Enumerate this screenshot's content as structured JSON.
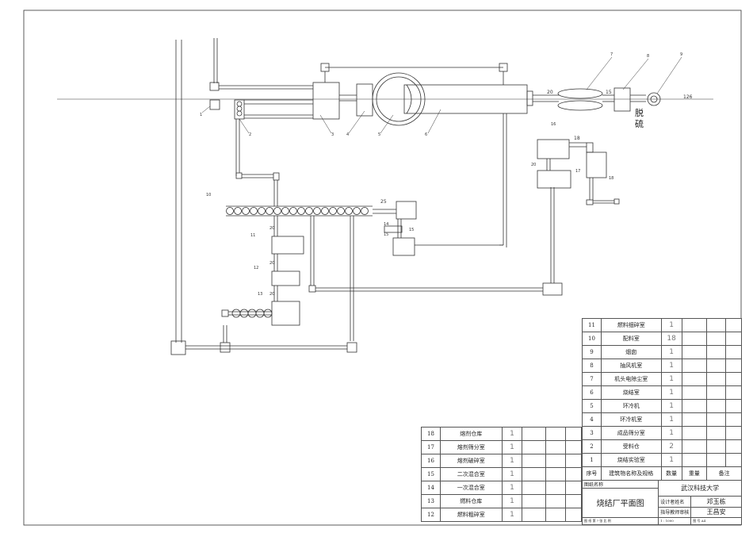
{
  "labels": {
    "n1": "1",
    "n2": "2",
    "n3": "3",
    "n4": "4",
    "n5": "5",
    "n6": "6",
    "n7": "7",
    "n8": "8",
    "n9": "9",
    "n10": "10",
    "n11": "11",
    "n12": "12",
    "n13": "13",
    "n14": "14",
    "n15": "15",
    "n16": "16",
    "n17": "17",
    "n18": "18",
    "d20": "20",
    "d15": "15",
    "d126": "126",
    "d18": "18",
    "d25": "25",
    "d20b": "20",
    "d20c": "20",
    "d15b": "15",
    "d20d": "20",
    "d20e": "20",
    "desulf_1": "脱",
    "desulf_2": "硫"
  },
  "table_right": [
    {
      "no": "11",
      "name": "燃料细碎室",
      "qty": "1"
    },
    {
      "no": "10",
      "name": "配料室",
      "qty": "18"
    },
    {
      "no": "9",
      "name": "烟囱",
      "qty": "1"
    },
    {
      "no": "8",
      "name": "抽风机室",
      "qty": "1"
    },
    {
      "no": "7",
      "name": "机头电除尘室",
      "qty": "1"
    },
    {
      "no": "6",
      "name": "烧结室",
      "qty": "1"
    },
    {
      "no": "5",
      "name": "环冷机",
      "qty": "1"
    },
    {
      "no": "4",
      "name": "环冷机室",
      "qty": "1"
    },
    {
      "no": "3",
      "name": "成品筛分室",
      "qty": "1"
    },
    {
      "no": "2",
      "name": "受料仓",
      "qty": "2"
    },
    {
      "no": "1",
      "name": "烧结实验室",
      "qty": "1"
    }
  ],
  "table_left": [
    {
      "no": "18",
      "name": "熔剂仓库",
      "qty": "1"
    },
    {
      "no": "17",
      "name": "熔剂筛分室",
      "qty": "1"
    },
    {
      "no": "16",
      "name": "熔剂破碎室",
      "qty": "1"
    },
    {
      "no": "15",
      "name": "二次混合室",
      "qty": "1"
    },
    {
      "no": "14",
      "name": "一次混合室",
      "qty": "1"
    },
    {
      "no": "13",
      "name": "燃料仓库",
      "qty": "1"
    },
    {
      "no": "12",
      "name": "燃料粗碎室",
      "qty": "1"
    }
  ],
  "table_header": {
    "no": "序号",
    "name": "建筑物名称及规格",
    "qty": "数量",
    "weight": "重量",
    "note": "备注"
  },
  "title_block": {
    "drawing_name_label": "图纸名称",
    "school": "武汉科技大学",
    "drawing_name": "烧结厂平面图",
    "designer_label": "设计者姓名",
    "designer": "邓玉栋",
    "teacher_label": "指导教师审核",
    "teacher": "王昌安",
    "foot_1": "图  纸",
    "foot_2": "第 ? 张",
    "foot_3": "比  例",
    "foot_4": "1 : 1000",
    "foot_5": "图  号",
    "foot_6": "A4"
  }
}
